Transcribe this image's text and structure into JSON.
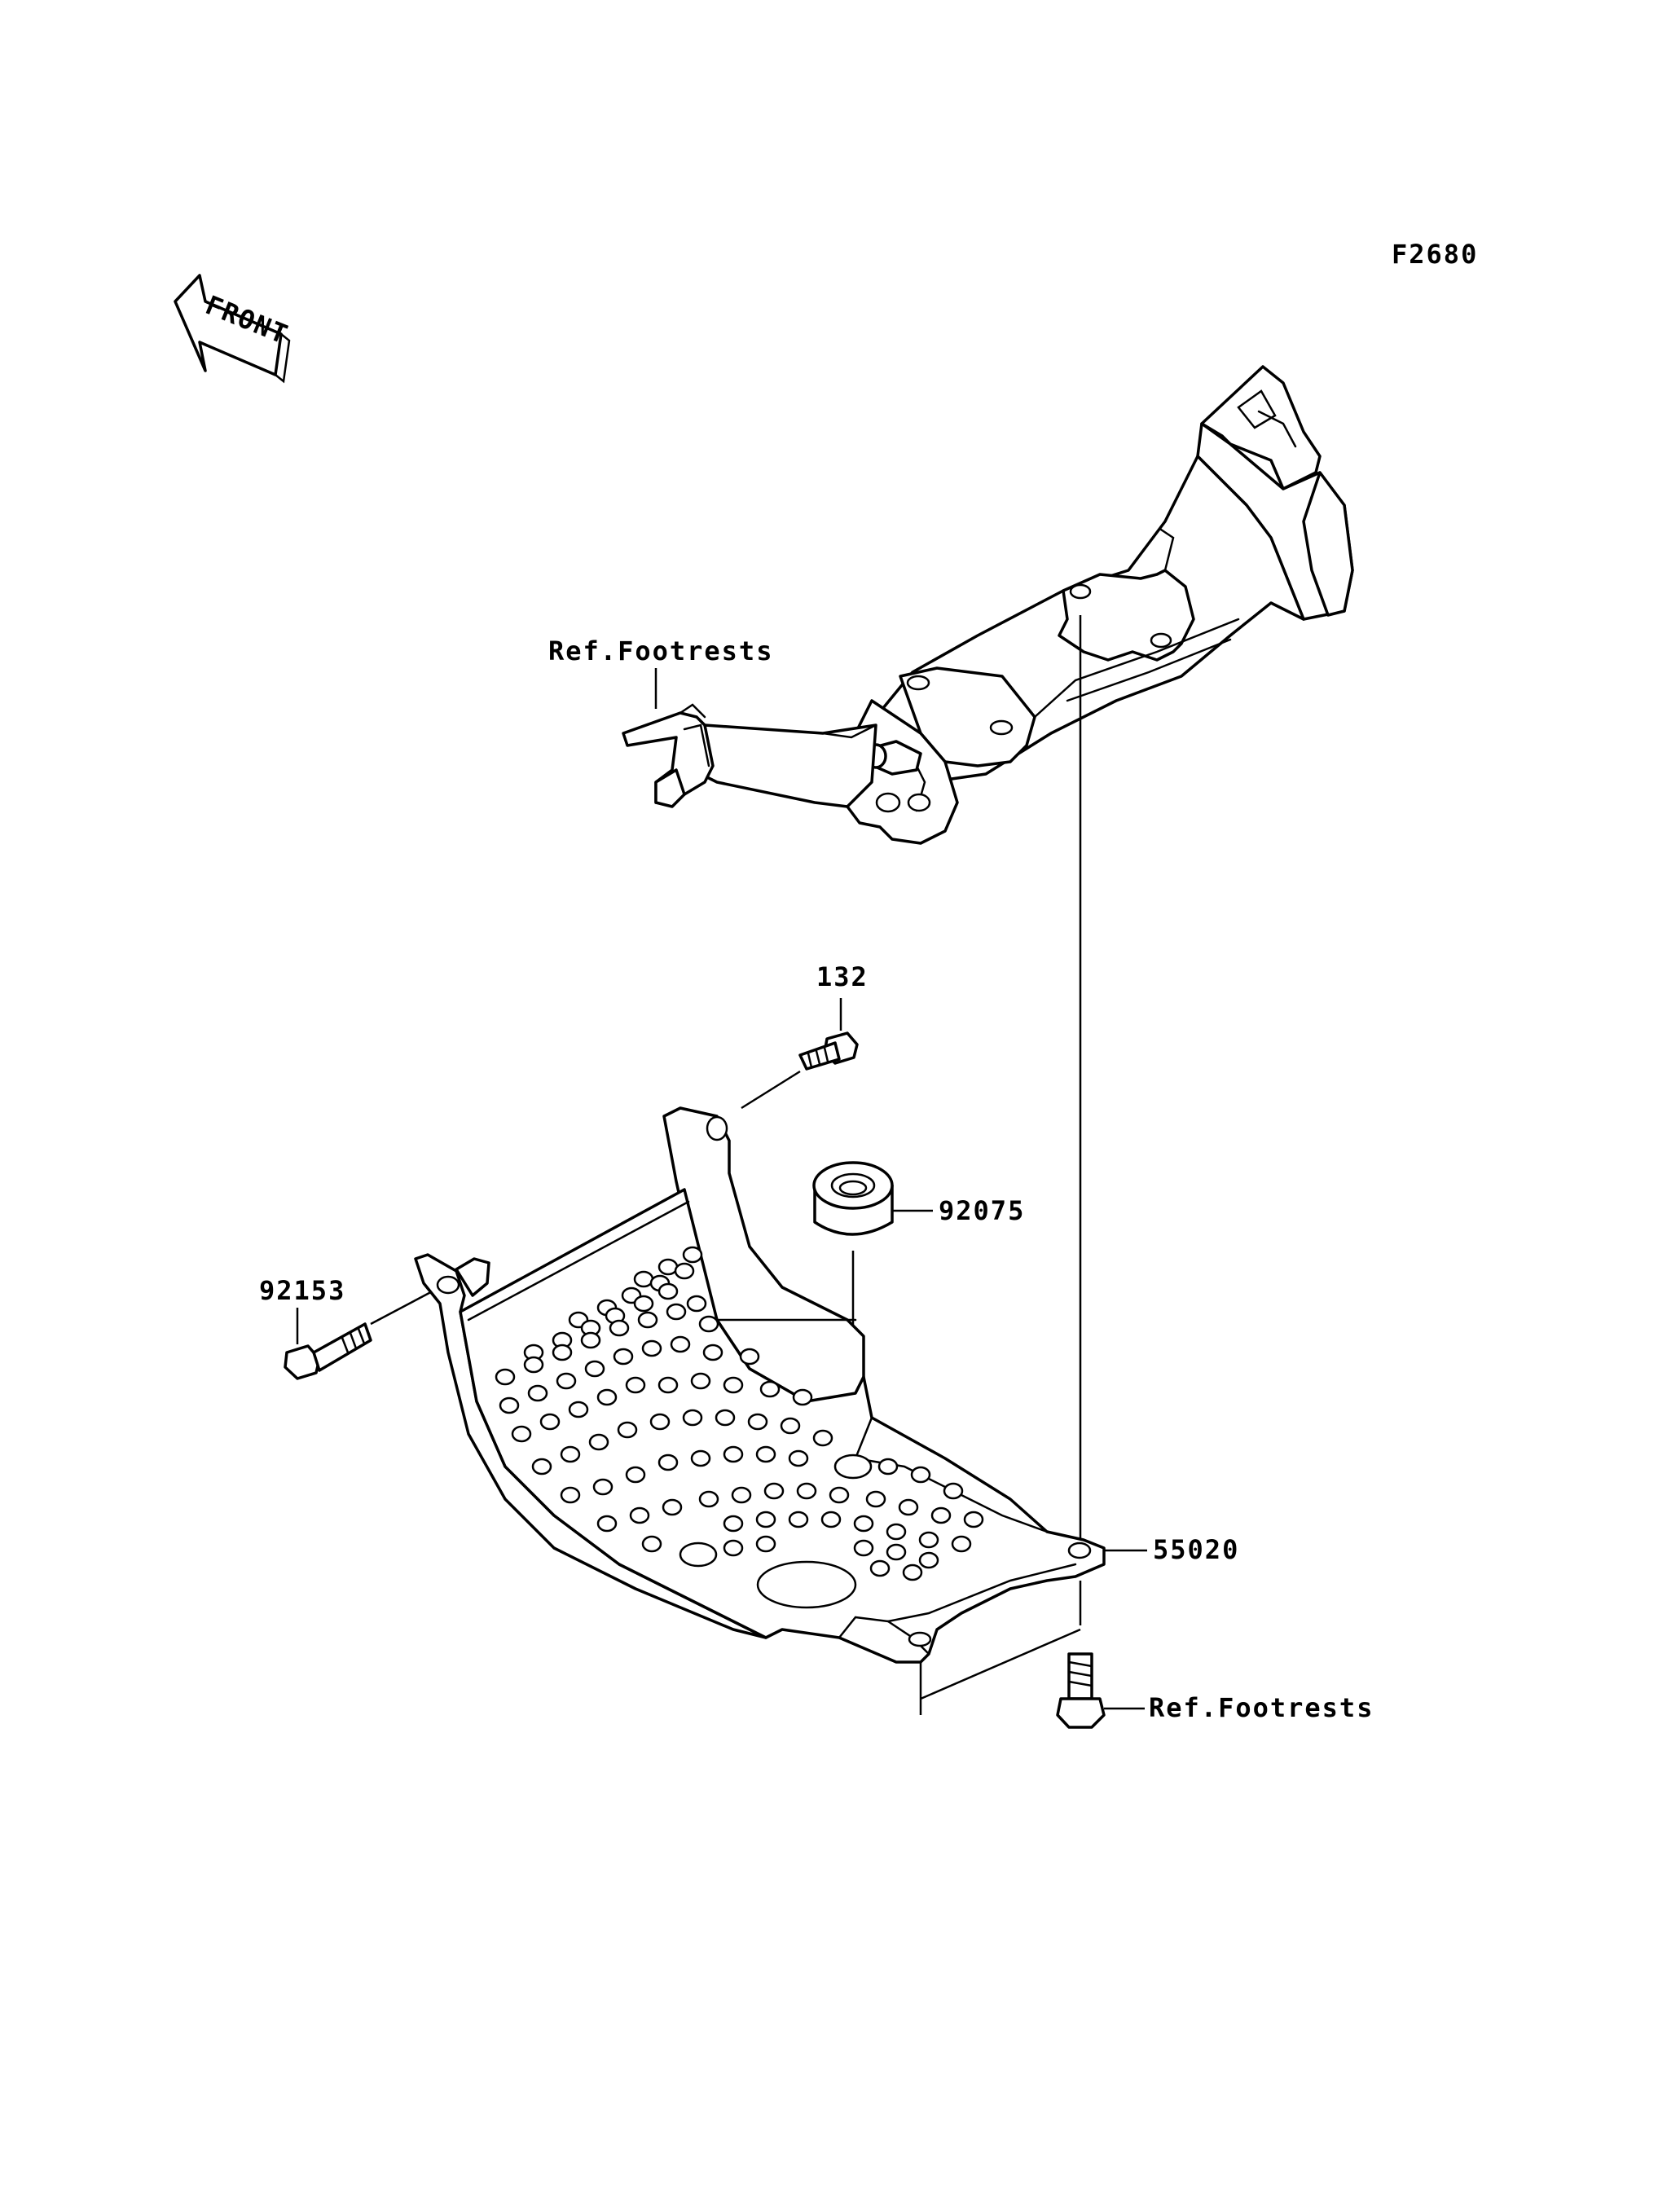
{
  "figure_code": "F2680",
  "front_arrow_label": "FRONT",
  "callouts": {
    "ref_footrests_top": "Ref.Footrests",
    "ref_footrests_bottom": "Ref.Footrests",
    "bolt_132": "132",
    "bolt_92153": "92153",
    "damper_92075": "92075",
    "guard_55020": "55020"
  },
  "colors": {
    "ink": "#000000",
    "paper": "#ffffff"
  }
}
